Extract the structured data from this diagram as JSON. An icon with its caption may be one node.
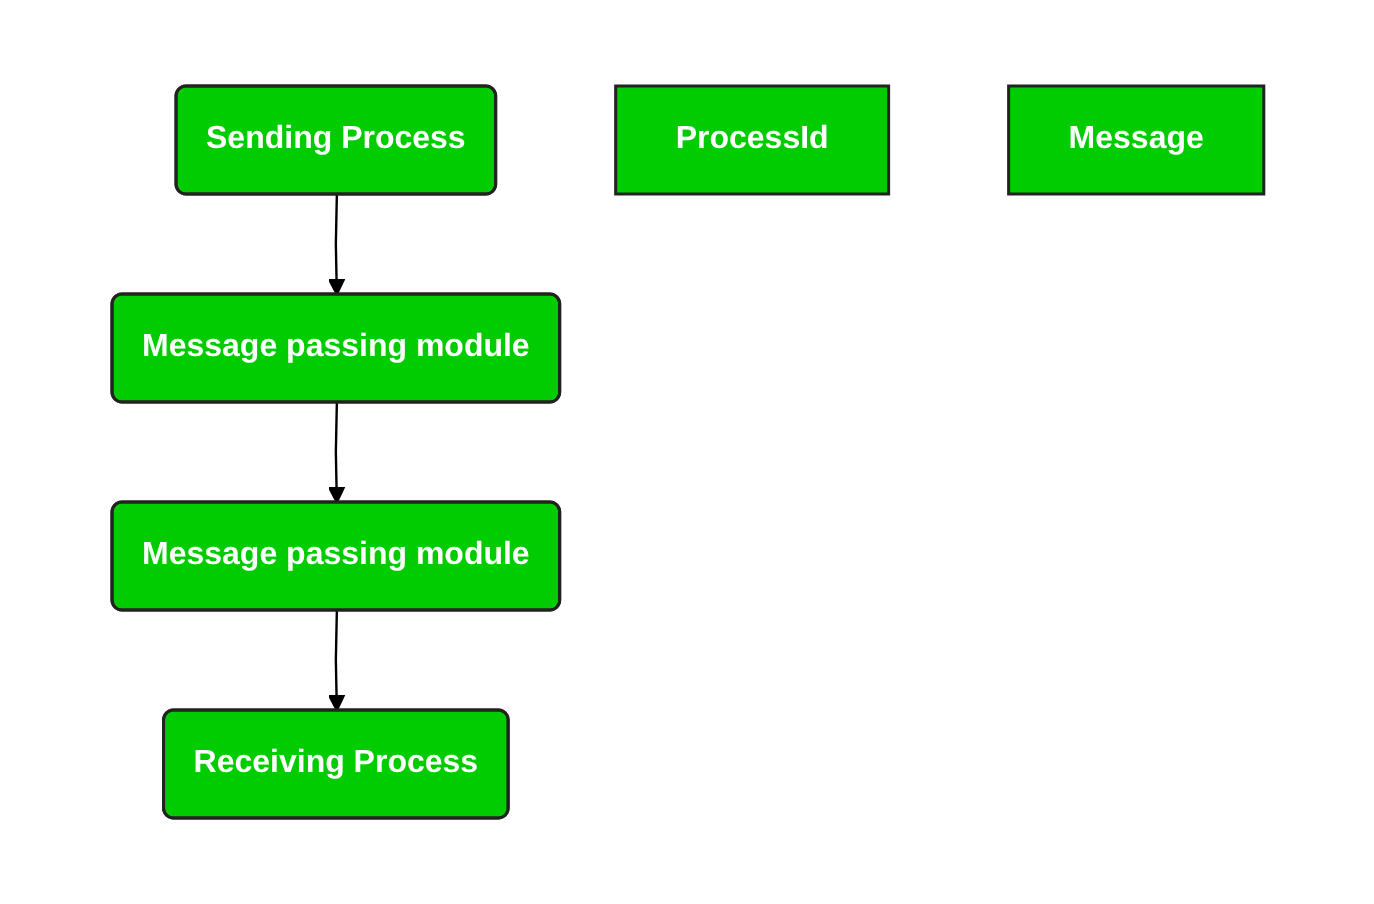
{
  "diagram": {
    "nodes": [
      {
        "text": [
          "Sending Process"
        ]
      },
      {
        "text": [
          "Receiving Process"
        ]
      },
      {
        "text": [
          "Message passing module"
        ]
      },
      {
        "text": [
          "Message passing module"
        ]
      },
      {
        "text": [
          "ProcessId"
        ]
      },
      {
        "text": [
          "Message"
        ]
      }
    ],
    "edges": [
      {
        "from": 0,
        "to": 2,
        "arrow": "to"
      },
      {
        "from": 3,
        "to": 1,
        "arrow": "to"
      },
      {
        "from": 2,
        "to": 3,
        "arrow": "to"
      }
    ]
  }
}
